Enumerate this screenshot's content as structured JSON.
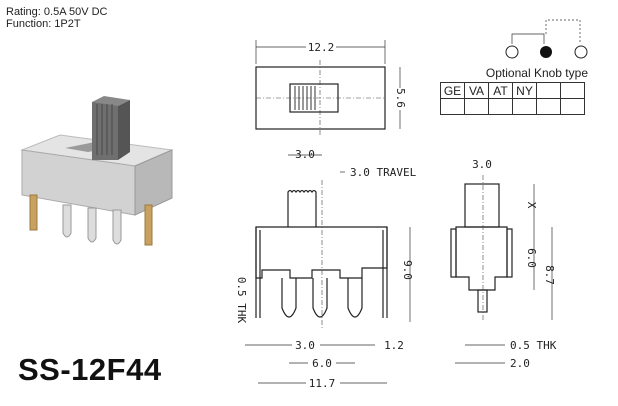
{
  "specs": {
    "rating": "Rating: 0.5A 50V DC",
    "function": "Function: 1P2T"
  },
  "model": "SS-12F44",
  "knob": {
    "title": "Optional Knob type",
    "types": [
      "GE",
      "VA",
      "AT",
      "NY",
      "",
      ""
    ]
  },
  "dimensions": {
    "top_length": "12.2",
    "top_width": "5.6",
    "knob_width": "3.0",
    "travel": "3.0 TRAVEL",
    "height": "9.0",
    "pin_thk": "0.5 THK",
    "pin_pitch": "3.0",
    "pin_span": "6.0",
    "edge": "1.2",
    "total_length": "11.7",
    "side_knob_width": "3.0",
    "knob_height": "X",
    "body_height": "6.0",
    "side_height": "8.7",
    "side_thk": "0.5 THK",
    "side_pin": "2.0"
  }
}
